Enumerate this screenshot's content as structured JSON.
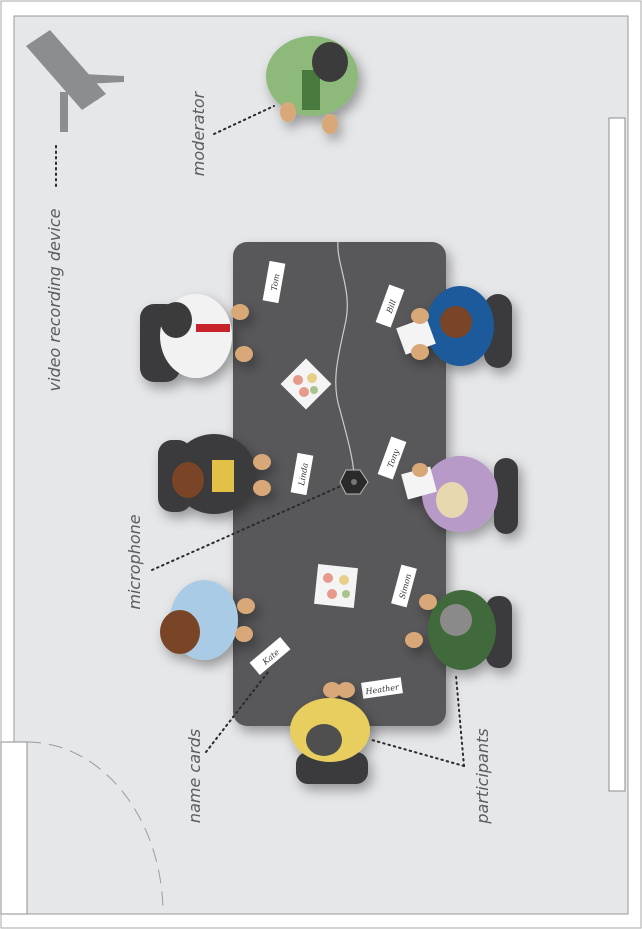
{
  "labels": {
    "video_device": "video recording device",
    "moderator": "moderator",
    "microphone": "microphone",
    "name_cards": "name cards",
    "participants": "participants"
  },
  "name_cards": [
    "Tom",
    "Bill",
    "Linda",
    "Tony",
    "Simon",
    "Kate",
    "Heather"
  ],
  "colors": {
    "floor": "#e6e7e9",
    "table": "#58585a",
    "moderator_shirt": "#8dba7a",
    "participant_blue": "#1e5a9c",
    "participant_purple": "#b89ac8",
    "participant_green": "#3f6b3a",
    "participant_yellow": "#e8cd5e",
    "participant_lightblue": "#a9cbe6",
    "participant_white": "#f2f2f2",
    "participant_black": "#3a3a3c"
  }
}
